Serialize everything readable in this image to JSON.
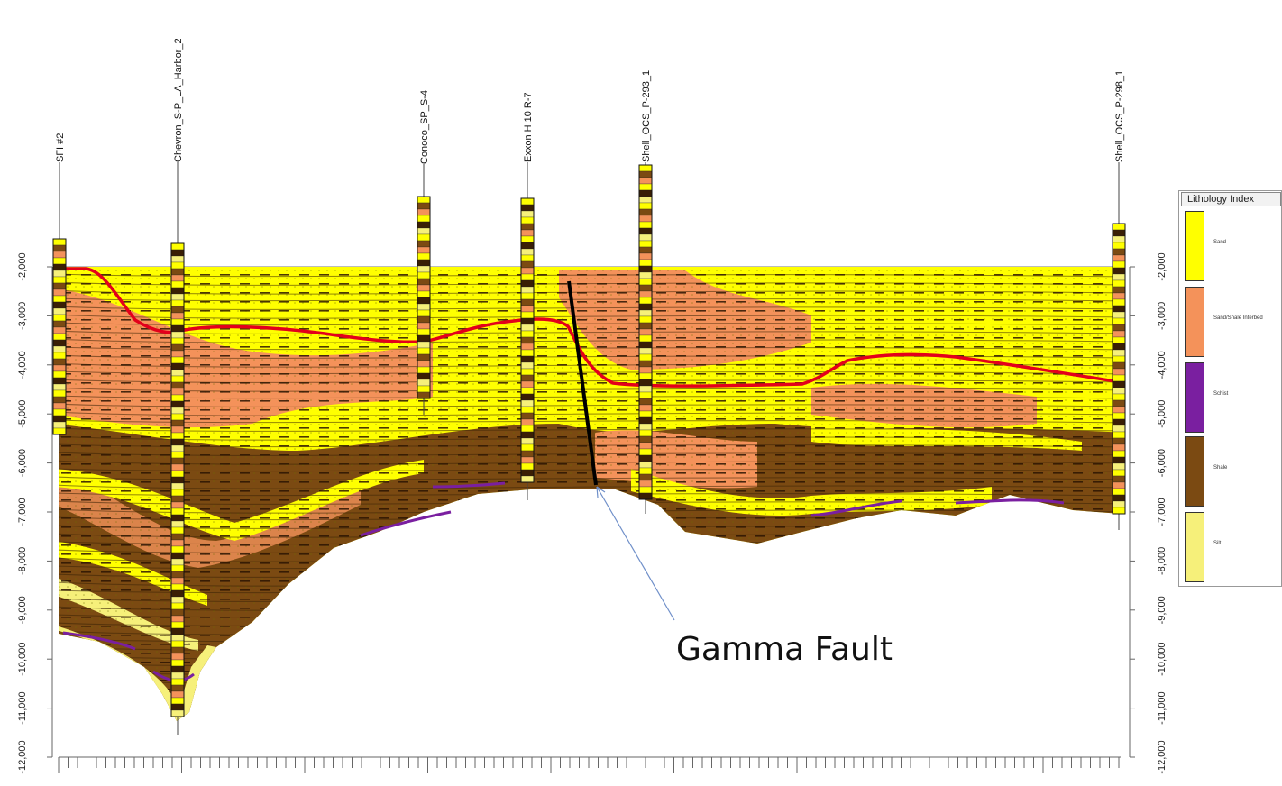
{
  "wells": [
    {
      "name": "SFI #2",
      "x": 0
    },
    {
      "name": "Chevron_S-P_LA_Harbor_2",
      "x": 0
    },
    {
      "name": "Conoco_SP_S-4",
      "x": 0
    },
    {
      "name": "Exxon H 10 R-7",
      "x": 0
    },
    {
      "name": "Shell_OCS_P-293_1",
      "x": 0
    },
    {
      "name": "Shell_OCS_P-298_1",
      "x": 0
    }
  ],
  "depth_ticks_left": [
    "-2,000",
    "-3,000",
    "-4,000",
    "-5,000",
    "-6,000",
    "-7,000",
    "-8,000",
    "-9,000",
    "-10,000",
    "-11,000",
    "-12,000"
  ],
  "depth_ticks_right": [
    "-2,000",
    "-3,000",
    "-4,000",
    "-5,000",
    "-6,000",
    "-7,000",
    "-8,000",
    "-9,000",
    "-10,000",
    "-11,000",
    "-12,000"
  ],
  "fault_label": "Gamma Fault",
  "legend": {
    "title": "Lithology Index",
    "items": [
      {
        "label": "Sand",
        "color": "#ffff00"
      },
      {
        "label": "Sand/Shale Interbed",
        "color": "#f4925a"
      },
      {
        "label": "Schist",
        "color": "#7a1fa0"
      },
      {
        "label": "Shale",
        "color": "#7b4a12"
      },
      {
        "label": "Silt",
        "color": "#f6f07a"
      }
    ]
  },
  "colors": {
    "sand": "#ffff00",
    "sand_shale": "#f4925a",
    "shale": "#7b4a12",
    "schist": "#7a1fa0",
    "silt": "#f6f07a",
    "horizon": "#e3001b",
    "fault": "#000000",
    "pointer": "#6f8fc9"
  }
}
